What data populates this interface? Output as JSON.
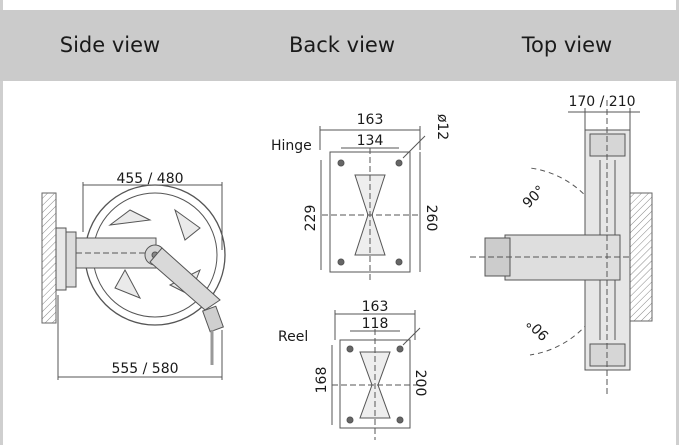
{
  "headers": {
    "side": "Side view",
    "back": "Back view",
    "top": "Top view"
  },
  "side_view": {
    "dim_top": "455 / 480",
    "dim_bottom": "555 / 580"
  },
  "back_view": {
    "hinge": {
      "label": "Hinge",
      "outer_width": "163",
      "inner_width": "134",
      "hole_dia": "ø12",
      "left_height": "229",
      "right_height": "260"
    },
    "reel": {
      "label": "Reel",
      "outer_width": "163",
      "inner_width": "118",
      "left_height": "168",
      "right_height": "200"
    }
  },
  "top_view": {
    "width": "170 / 210",
    "angle_upper": "90°",
    "angle_lower": "90°"
  },
  "colors": {
    "header_bg": "#cbcbcb",
    "line": "#555555"
  }
}
